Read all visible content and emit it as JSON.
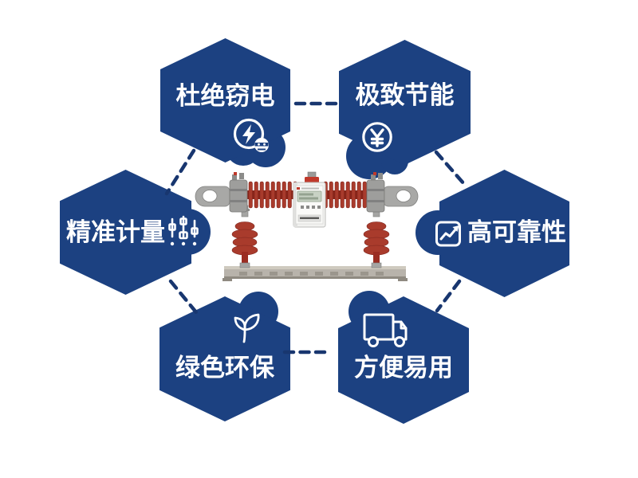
{
  "page": {
    "background_color": "#ffffff",
    "description": "Product feature hexagon diagram surrounding a high-voltage metering device photo"
  },
  "colors": {
    "hexagon_blue": "#1c4181",
    "connector_blue": "#18366f",
    "text_white": "#ffffff",
    "insulator_red": "#a93b2c",
    "insulator_dark_red": "#7c241c",
    "metal_gray": "#a8a8a6"
  },
  "features": [
    {
      "id": "anti-theft",
      "label": "杜绝窃电",
      "icon": "anti-theft-lightning-icon",
      "position": "top-left"
    },
    {
      "id": "energy-saving",
      "label": "极致节能",
      "icon": "yuan-coin-icon",
      "position": "top-right"
    },
    {
      "id": "high-reliability",
      "label": "高可靠性",
      "icon": "trend-up-chart-icon",
      "position": "right"
    },
    {
      "id": "easy-to-use",
      "label": "方便易用",
      "icon": "truck-icon",
      "position": "bottom-right"
    },
    {
      "id": "eco-friendly",
      "label": "绿色环保",
      "icon": "leaf-icon",
      "position": "bottom-left"
    },
    {
      "id": "precise-metering",
      "label": "精准计量",
      "icon": "sliders-icon",
      "position": "left"
    }
  ],
  "connectors": {
    "style": "dashed",
    "count": 6
  },
  "center_product": {
    "description": "high-voltage combined metering unit: eye-bolt end fittings, red ribbed bushings, white meter box with LCD, two red post insulators on a steel mounting rail"
  }
}
